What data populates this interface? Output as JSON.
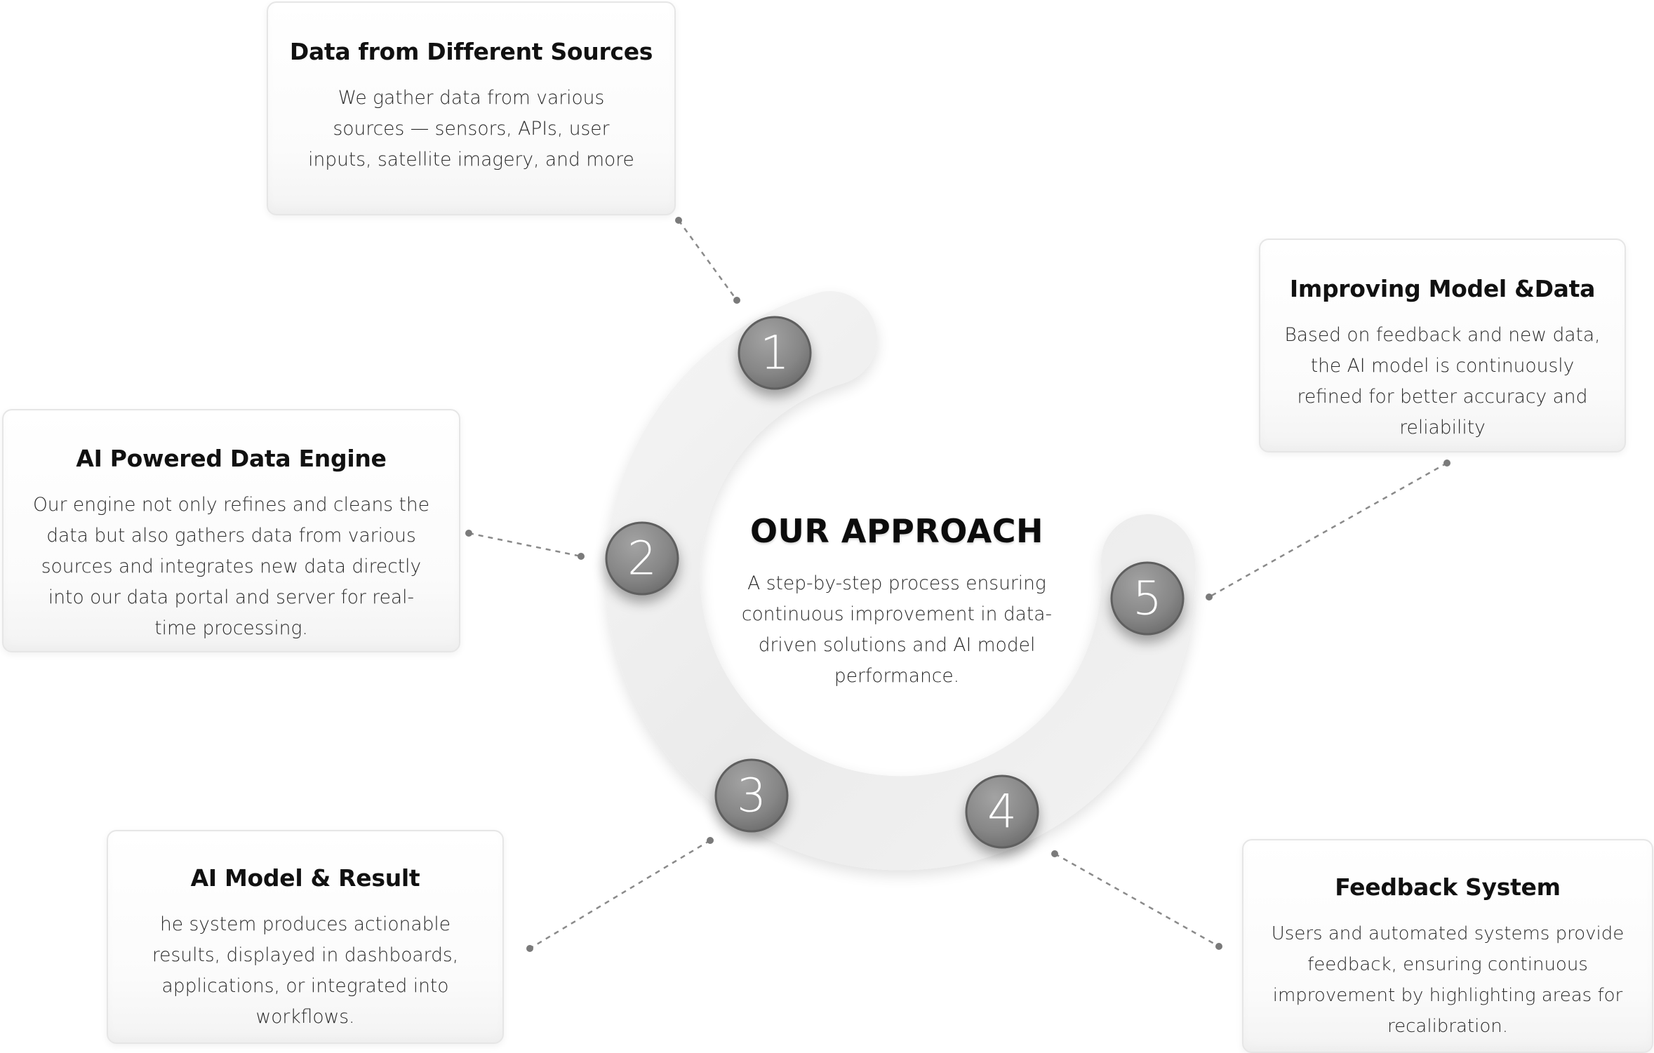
{
  "center": {
    "title": "OUR APPROACH",
    "text": "A step-by-step process ensuring continuous improvement in data-driven solutions and AI model performance."
  },
  "steps": [
    {
      "number": "1",
      "title": "Data from Different Sources",
      "text": "We gather data from various sources — sensors, APIs, user inputs, satellite imagery, and more"
    },
    {
      "number": "2",
      "title": "AI Powered Data Engine",
      "text": "Our engine not only refines and cleans the data but also gathers data from various sources and integrates new data directly into our data portal and server for real-time processing."
    },
    {
      "number": "3",
      "title": "AI Model & Result",
      "text": "he system produces actionable results, displayed in dashboards, applications, or integrated into workflows."
    },
    {
      "number": "4",
      "title": "Feedback System",
      "text": "Users and automated systems provide feedback, ensuring continuous improvement by highlighting areas for recalibration."
    },
    {
      "number": "5",
      "title": "Improving Model &Data",
      "text": "Based on feedback and new data, the AI model is continuously refined for better accuracy and reliability"
    }
  ],
  "colors": {
    "ring": "#ececec",
    "badge": "#8c8c8c",
    "badge_text": "#ffffff",
    "connector": "#8a8a8a",
    "card_border": "#e6e6e6"
  }
}
